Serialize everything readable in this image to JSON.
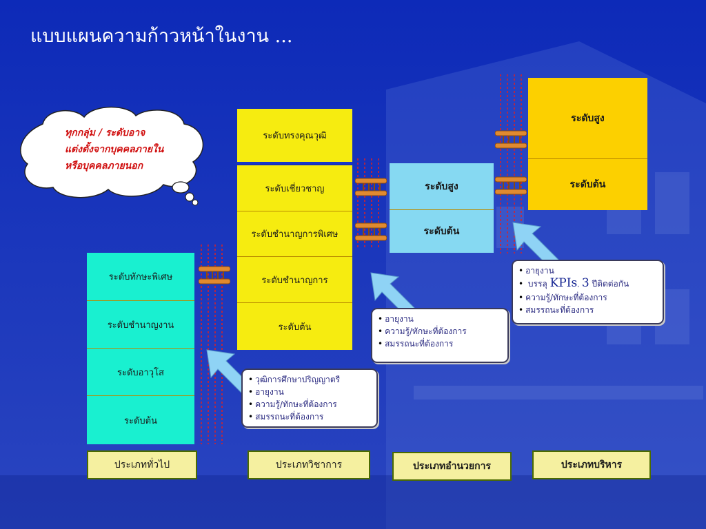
{
  "title": "แบบแผนความก้าวหน้าในงาน ...",
  "cloud_note": [
    "ทุกกลุ่ม / ระดับอาจ",
    "แต่งตั้งจากบุคคลภายใน",
    "หรือบุคคลภายนอก"
  ],
  "general": {
    "levels": [
      "ระดับทักษะพิเศษ",
      "ระดับชำนาญงาน",
      "ระดับอาวุโส",
      "ระดับต้น"
    ],
    "label": "ประเภททั่วไป",
    "requirements": [
      "วุฒิการศึกษาปริญญาตรี",
      "อายุงาน",
      "ความรู้/ทักษะที่ต้องการ",
      "สมรรถนะที่ต้องการ"
    ]
  },
  "academic": {
    "levels": [
      "ระดับทรงคุณวุฒิ",
      "ระดับเชี่ยวชาญ",
      "ระดับชำนาญการพิเศษ",
      "ระดับชำนาญการ",
      "ระดับต้น"
    ],
    "label": "ประเภทวิชาการ",
    "requirements": [
      "อายุงาน",
      "ความรู้/ทักษะที่ต้องการ",
      "สมรรถนะที่ต้องการ"
    ]
  },
  "director": {
    "levels": [
      "ระดับสูง",
      "ระดับต้น"
    ],
    "label": "ประเภทอำนวยการ",
    "requirements": {
      "item1": "อายุงาน",
      "item2_pre": "บรรลุ",
      "item2_kpi": "KPIs",
      "item2_num": "3",
      "item2_post": "ปีติดต่อกัน",
      "item3": "ความรู้/ทักษะที่ต้องการ",
      "item4": "สมรรถนะที่ต้องการ"
    }
  },
  "executive": {
    "levels": [
      "ระดับสูง",
      "ระดับต้น"
    ],
    "label": "ประเภทบริหาร"
  },
  "colors": {
    "background": "#1637c8",
    "general_box": "#19f0d0",
    "academic_box": "#f6ec10",
    "director_box": "#86d9f2",
    "executive_box": "#fcd000",
    "arrow": "#8fd3f5",
    "cloud_text": "#d01010",
    "label_box": "#f5f0a0"
  }
}
